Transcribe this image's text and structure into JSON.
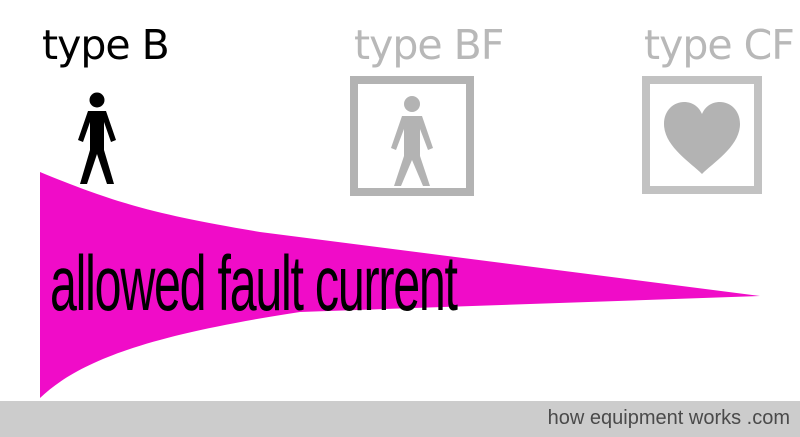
{
  "types": {
    "b": {
      "label": "type B",
      "icon": "person-icon",
      "color": "#000000"
    },
    "bf": {
      "label": "type BF",
      "icon": "person-in-box-icon",
      "color": "#b8b8b8"
    },
    "cf": {
      "label": "type CF",
      "icon": "heart-in-box-icon",
      "color": "#b8b8b8"
    }
  },
  "wedge": {
    "label": "allowed fault current",
    "color": "#f00cc8"
  },
  "footer": {
    "text": "how equipment works .com",
    "background": "#cccccc"
  }
}
